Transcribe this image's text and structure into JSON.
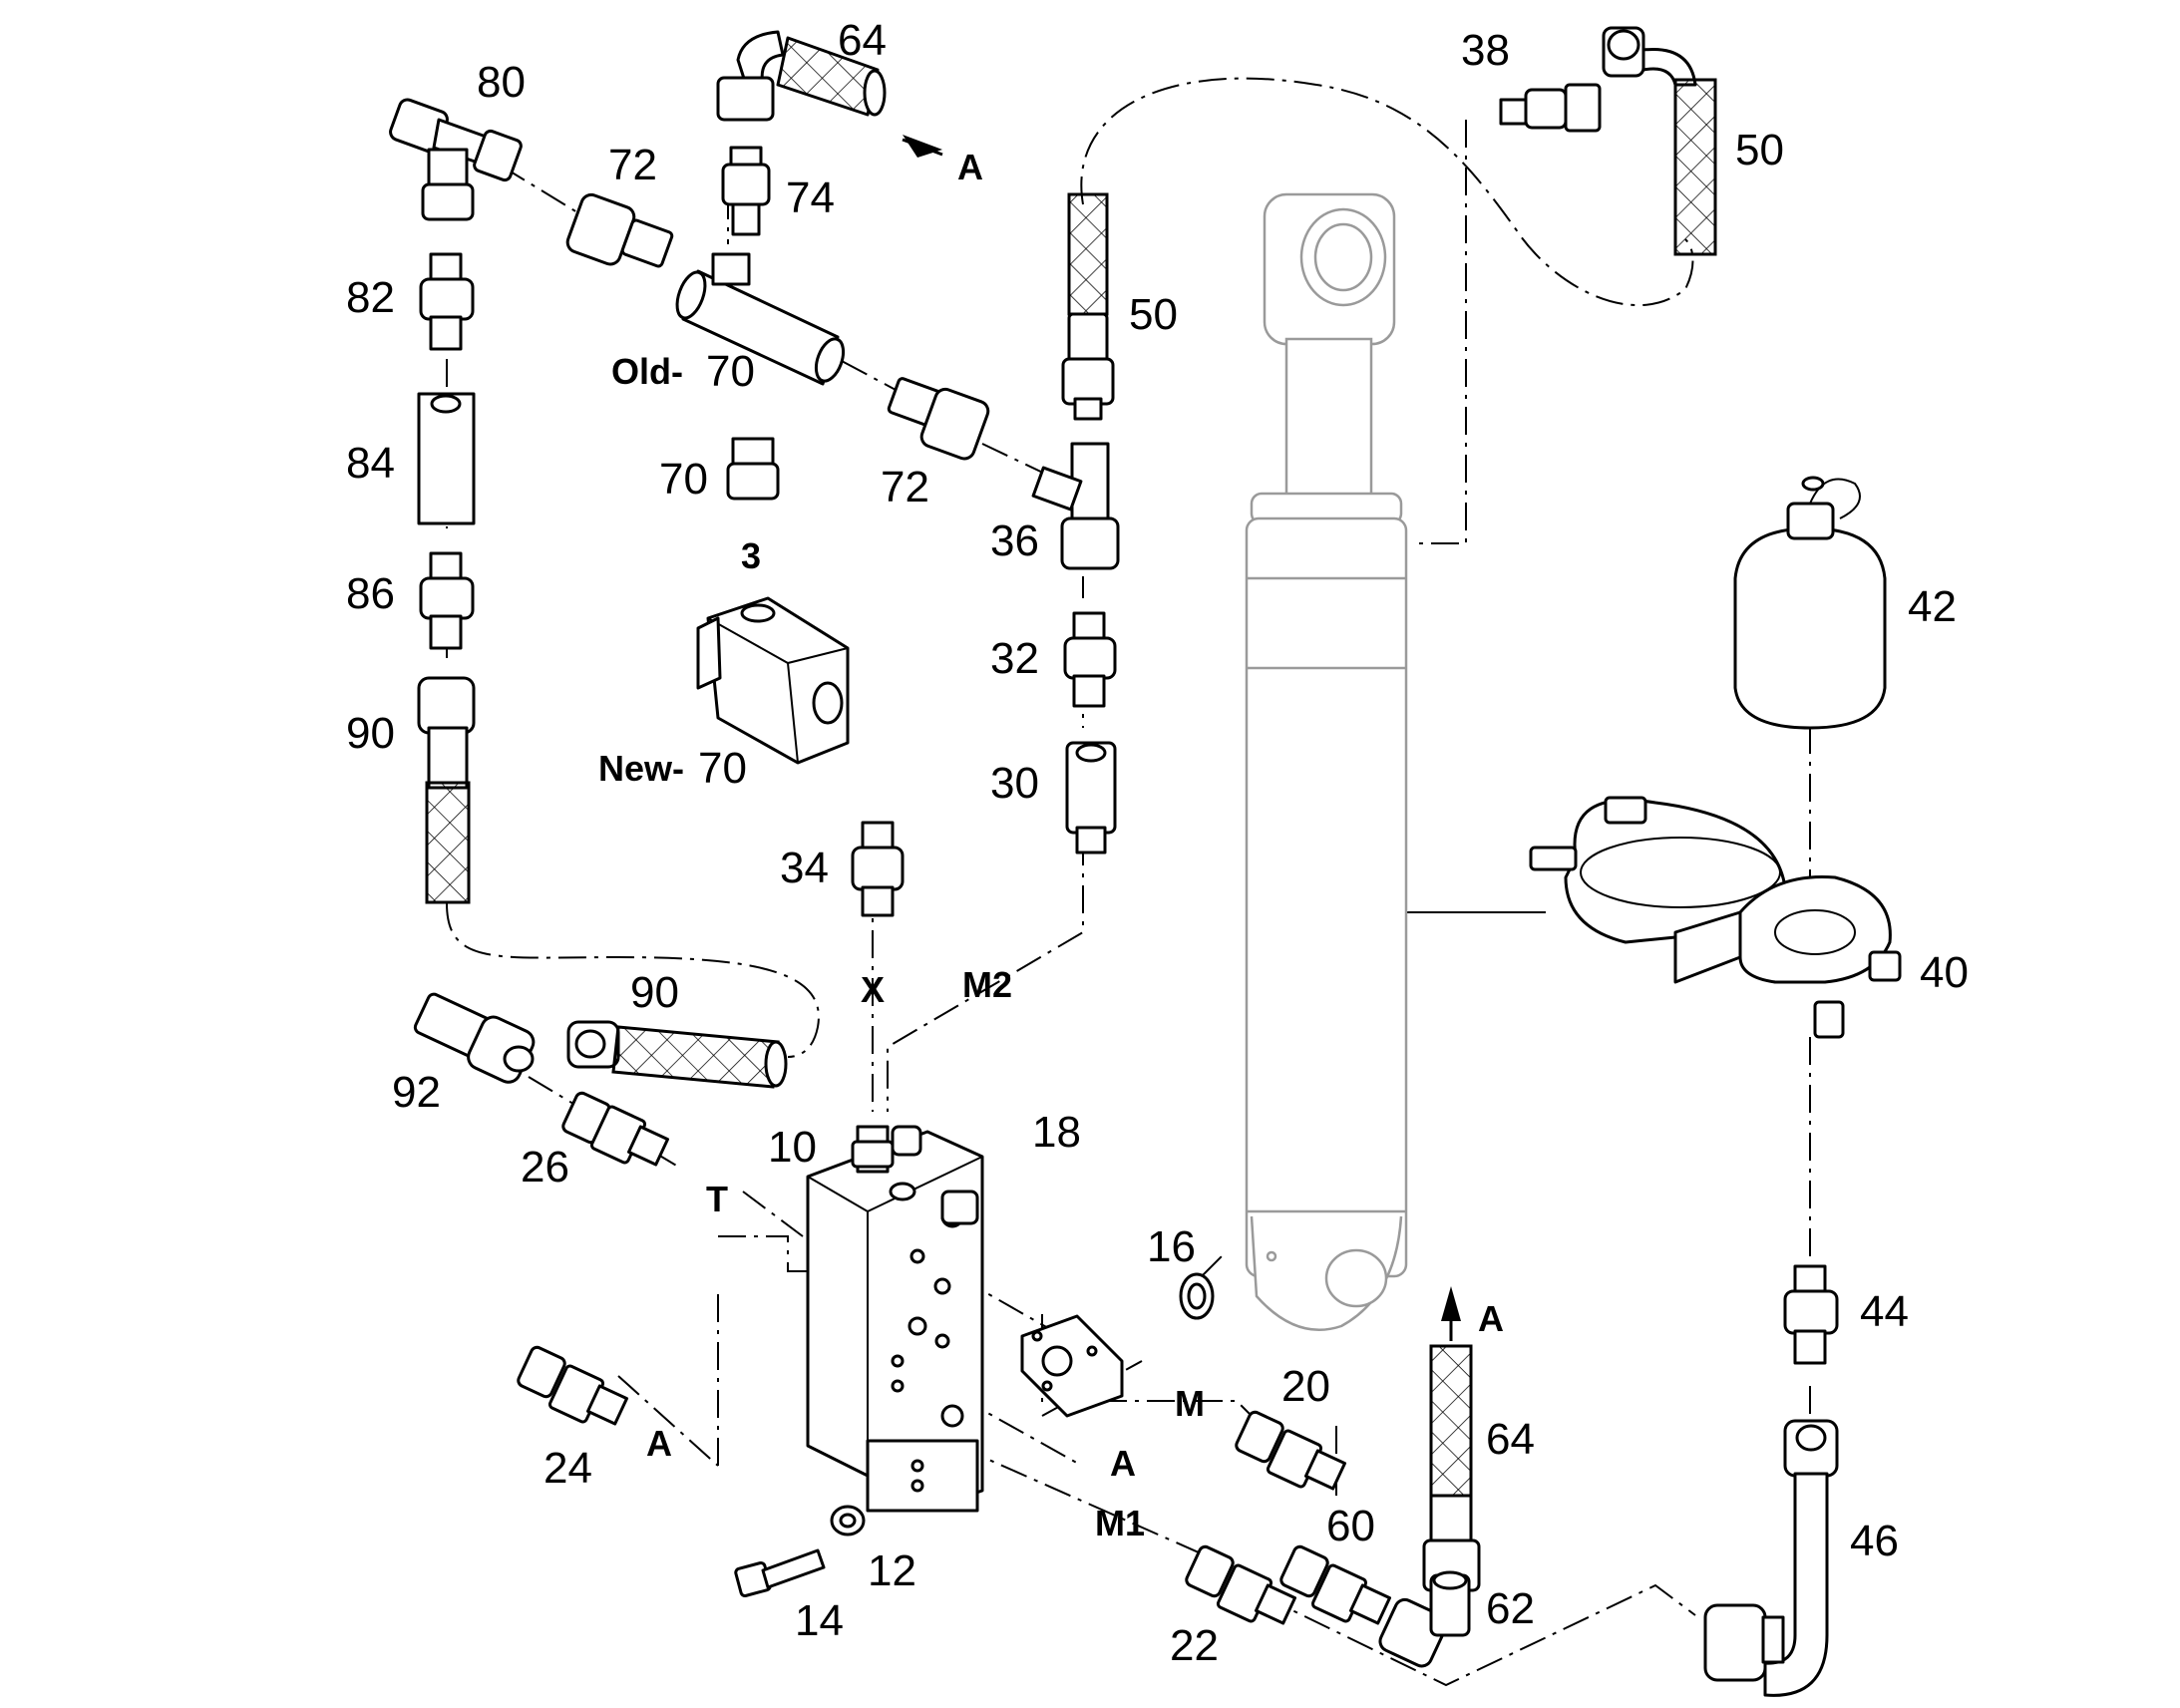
{
  "callouts": [
    {
      "id": "c80",
      "text": "80"
    },
    {
      "id": "c64a",
      "text": "64"
    },
    {
      "id": "c38",
      "text": "38"
    },
    {
      "id": "c50a",
      "text": "50"
    },
    {
      "id": "c72a",
      "text": "72"
    },
    {
      "id": "c74",
      "text": "74"
    },
    {
      "id": "c82",
      "text": "82"
    },
    {
      "id": "c50b",
      "text": "50"
    },
    {
      "id": "c70a",
      "text": "70"
    },
    {
      "id": "c84",
      "text": "84"
    },
    {
      "id": "c70b",
      "text": "70"
    },
    {
      "id": "c72b",
      "text": "72"
    },
    {
      "id": "c36",
      "text": "36"
    },
    {
      "id": "c3",
      "text": "3"
    },
    {
      "id": "c86",
      "text": "86"
    },
    {
      "id": "c42",
      "text": "42"
    },
    {
      "id": "c32",
      "text": "32"
    },
    {
      "id": "c90a",
      "text": "90"
    },
    {
      "id": "c70c",
      "text": "70"
    },
    {
      "id": "c30",
      "text": "30"
    },
    {
      "id": "c34",
      "text": "34"
    },
    {
      "id": "c40",
      "text": "40"
    },
    {
      "id": "c90b",
      "text": "90"
    },
    {
      "id": "c92",
      "text": "92"
    },
    {
      "id": "c18",
      "text": "18"
    },
    {
      "id": "c10",
      "text": "10"
    },
    {
      "id": "c26",
      "text": "26"
    },
    {
      "id": "c16",
      "text": "16"
    },
    {
      "id": "c44",
      "text": "44"
    },
    {
      "id": "c20",
      "text": "20"
    },
    {
      "id": "c24",
      "text": "24"
    },
    {
      "id": "c64b",
      "text": "64"
    },
    {
      "id": "c60",
      "text": "60"
    },
    {
      "id": "c46",
      "text": "46"
    },
    {
      "id": "c12",
      "text": "12"
    },
    {
      "id": "c62",
      "text": "62"
    },
    {
      "id": "c14",
      "text": "14"
    },
    {
      "id": "c22",
      "text": "22"
    }
  ],
  "ports": {
    "A_top": "A",
    "A_right": "A",
    "X": "X",
    "M2": "M2",
    "T": "T",
    "M": "M",
    "A_left": "A",
    "A_mid": "A",
    "M1": "M1"
  },
  "variants": {
    "old_prefix": "Old-",
    "new_prefix": "New-"
  }
}
